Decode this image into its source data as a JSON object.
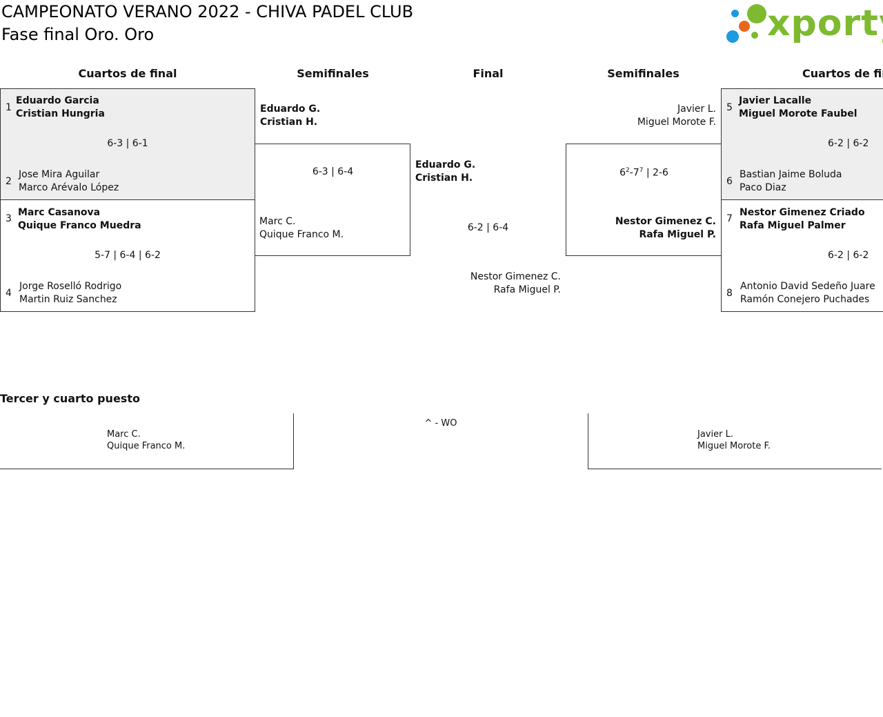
{
  "header": {
    "title": "CAMPEONATO VERANO 2022 - CHIVA PADEL CLUB",
    "subtitle": "Fase final Oro. Oro",
    "logo_text": "xporty",
    "logo_colors": {
      "green": "#7dba2f",
      "orange": "#e5681c",
      "blue": "#1d9ae0"
    }
  },
  "rounds": {
    "qf": "Cuartos de final",
    "sf": "Semifinales",
    "final": "Final",
    "sf_right": "Semifinales",
    "qf_right": "Cuartos de fin"
  },
  "qf_left": [
    {
      "seed_a": "1",
      "a1": "Eduardo Garcia",
      "a2": "Cristian Hungria",
      "score": "6-3 | 6-1",
      "seed_b": "2",
      "b1": "Jose Mira Aguilar",
      "b2": "Marco Arévalo López"
    },
    {
      "seed_a": "3",
      "a1": "Marc Casanova",
      "a2": "Quique Franco Muedra",
      "score": "5-7 | 6-4 | 6-2",
      "seed_b": "4",
      "b1": "Jorge Roselló Rodrigo",
      "b2": "Martin Ruiz Sanchez"
    }
  ],
  "qf_right": [
    {
      "seed_a": "5",
      "a1": "Javier Lacalle",
      "a2": "Miguel Morote Faubel",
      "score": "6-2 | 6-2",
      "seed_b": "6",
      "b1": "Bastian Jaime Boluda",
      "b2": "Paco Diaz"
    },
    {
      "seed_a": "7",
      "a1": "Nestor Gimenez Criado",
      "a2": "Rafa Miguel Palmer",
      "score": "6-2 | 6-2",
      "seed_b": "8",
      "b1": "Antonio David Sedeño Juare",
      "b2": "Ramón Conejero Puchades"
    }
  ],
  "sf_left": {
    "a1": "Eduardo G.",
    "a2": "Cristian H.",
    "score": "6-3 | 6-4",
    "b1": "Marc C.",
    "b2": "Quique Franco M."
  },
  "sf_right": {
    "a1": "Javier L.",
    "a2": "Miguel Morote F.",
    "score_s1": "6",
    "score_s1_tb": "2",
    "score_s2": "-7",
    "score_s2_tb": "7",
    "score_rest": " | 2-6",
    "b1": "Nestor Gimenez C.",
    "b2": "Rafa Miguel P."
  },
  "final": {
    "a1": "Eduardo G.",
    "a2": "Cristian H.",
    "score": "6-2 | 6-4",
    "b1": "Nestor Gimenez C.",
    "b2": "Rafa Miguel P."
  },
  "third_place": {
    "title": "Tercer y cuarto puesto",
    "left1": "Marc C.",
    "left2": "Quique Franco M.",
    "score": "^ - WO",
    "right1": "Javier L.",
    "right2": "Miguel Morote F."
  }
}
